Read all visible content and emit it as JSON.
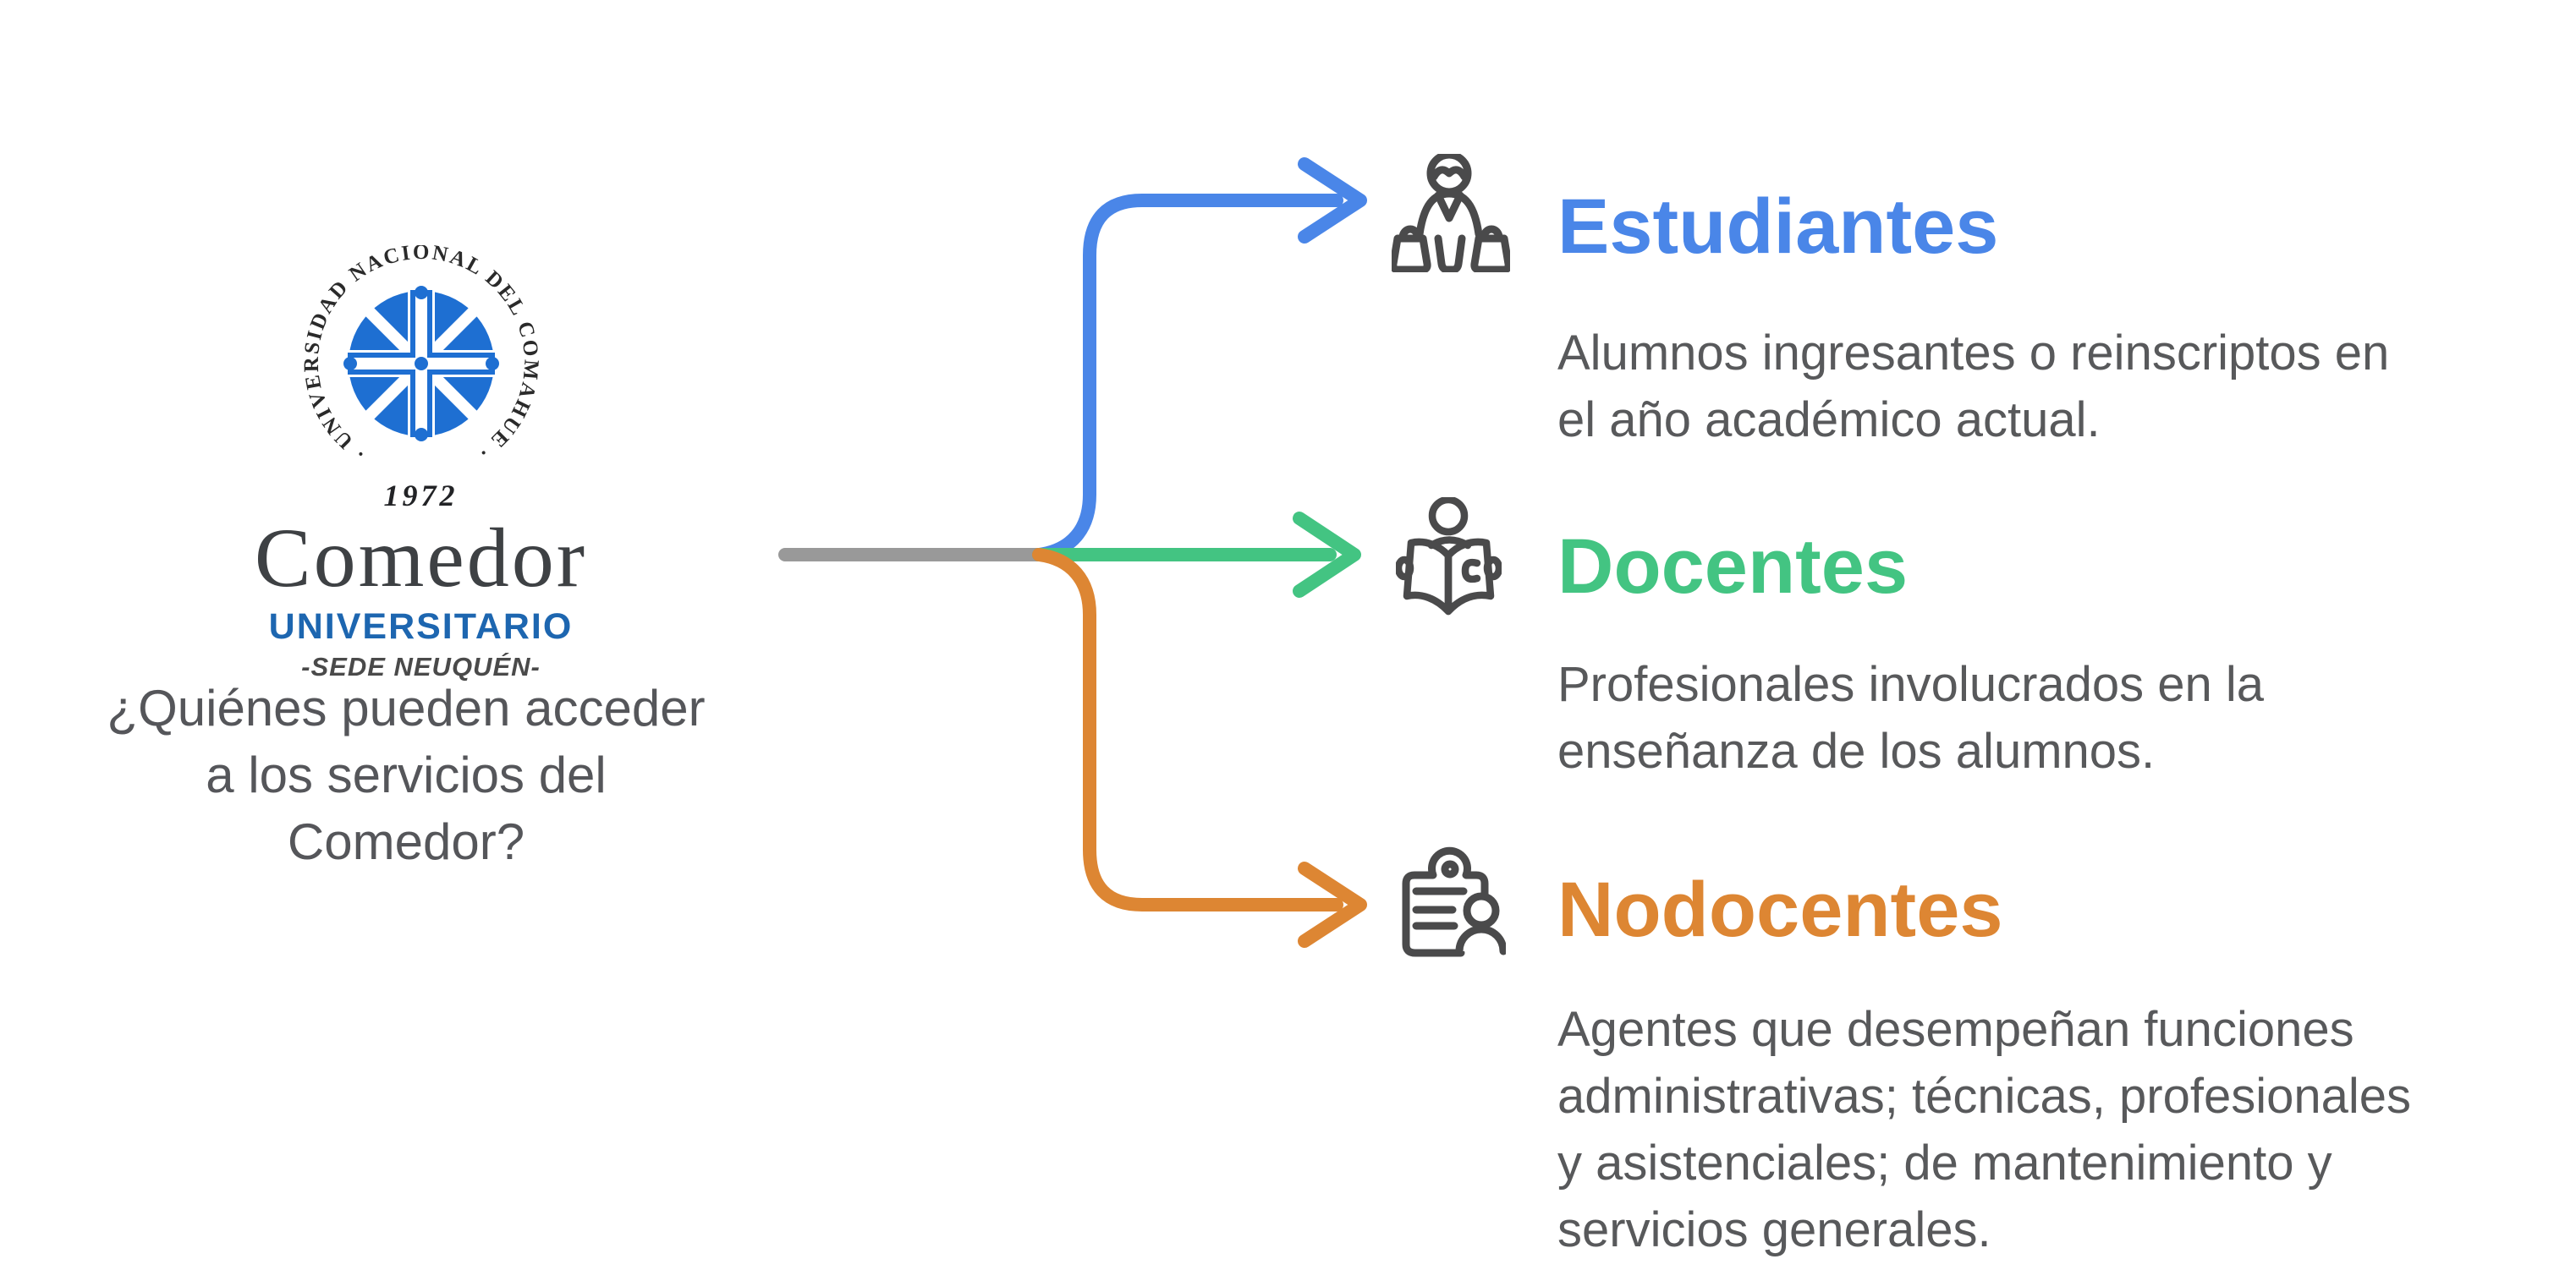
{
  "page": {
    "background": "#ffffff"
  },
  "logo": {
    "ring_text": "· UNIVERSIDAD NACIONAL DEL COMAHUE ·",
    "year": "1972",
    "title": "Comedor",
    "subtitle": "UNIVERSITARIO",
    "location": "-SEDE NEUQUÉN-",
    "seal_color": "#1e6fd2",
    "subtitle_color": "#1d66b0"
  },
  "question": {
    "lines": [
      "¿Quiénes pueden acceder",
      "a los servicios del",
      "Comedor?"
    ]
  },
  "connector": {
    "trunk_color": "#999999",
    "branch_colors": [
      "#4a86e8",
      "#43c482",
      "#dd8633"
    ]
  },
  "branches": [
    {
      "title": "Estudiantes",
      "color": "#4a86e8",
      "icon": "students-icon",
      "description_lines": [
        "Alumnos ingresantes o reinscriptos en",
        "el año académico actual."
      ]
    },
    {
      "title": "Docentes",
      "color": "#43c482",
      "icon": "reading-teacher-icon",
      "description_lines": [
        "Profesionales involucrados en la",
        "enseñanza de los alumnos."
      ]
    },
    {
      "title": "Nodocentes",
      "color": "#dd8633",
      "icon": "clipboard-person-icon",
      "description_lines": [
        "Agentes que desempeñan funciones",
        "administrativas; técnicas, profesionales",
        "y asistenciales; de mantenimiento y",
        "servicios generales."
      ]
    }
  ]
}
